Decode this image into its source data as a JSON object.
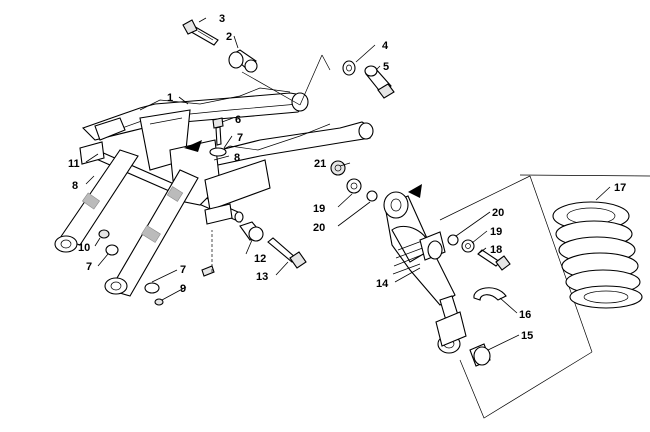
{
  "diagram": {
    "labels": {
      "p1": "1",
      "p2": "2",
      "p3": "3",
      "p4": "4",
      "p5": "5",
      "p6": "6",
      "p7a": "7",
      "p7b": "7",
      "p7c": "7",
      "p8a": "8",
      "p8b": "8",
      "p9": "9",
      "p10": "10",
      "p11": "11",
      "p12": "12",
      "p13": "13",
      "p14": "14",
      "p15": "15",
      "p16": "16",
      "p17": "17",
      "p18": "18",
      "p19a": "19",
      "p19b": "19",
      "p20a": "20",
      "p20b": "20",
      "p21": "21"
    }
  }
}
